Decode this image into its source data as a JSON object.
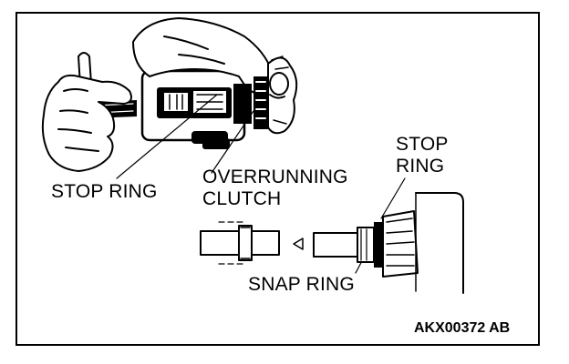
{
  "labels": {
    "stop_ring_left": "STOP RING",
    "overrunning_line1": "OVERRUNNING",
    "overrunning_line2": "CLUTCH",
    "stop_ring_right_line1": "STOP",
    "stop_ring_right_line2": "RING",
    "snap_ring": "SNAP RING"
  },
  "figure_code": "AKX00372 AB",
  "colors": {
    "ink": "#000000",
    "paper": "#ffffff"
  }
}
